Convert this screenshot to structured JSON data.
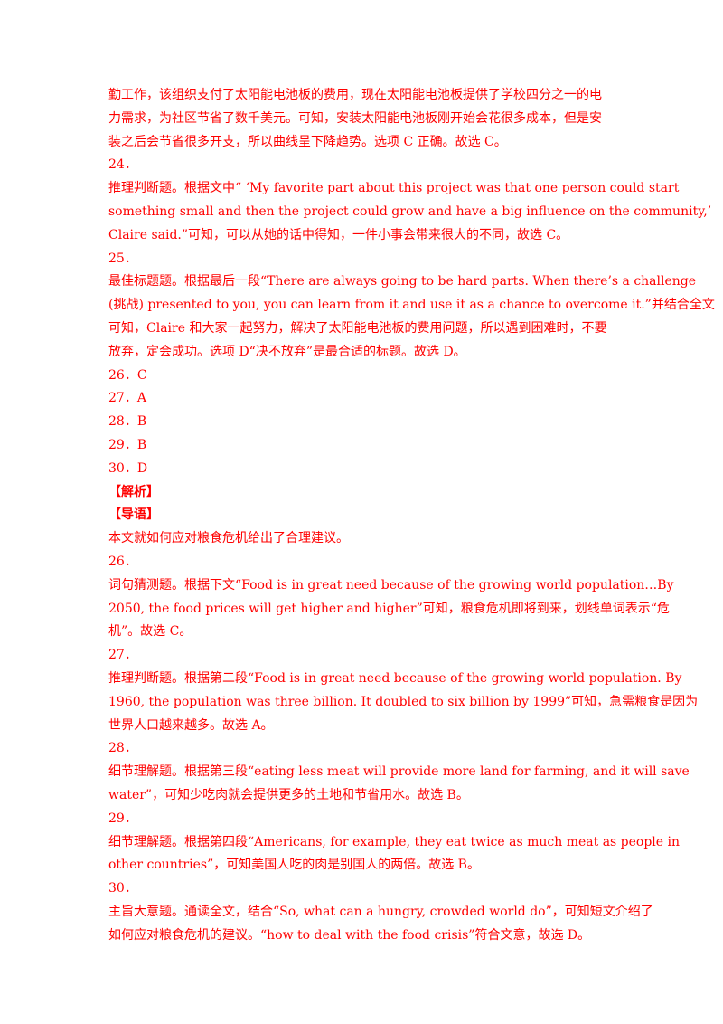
{
  "lines": [
    {
      "text": "勤工作，该组织支付了太阳能电池板的费用，现在太阳能电池板提供了学校四分之一的电",
      "color": "red"
    },
    {
      "text": "力需求，为社区节省了数千美元。可知，安装太阳能电池板刚开始会花很多成本，但是安",
      "color": "red"
    },
    {
      "text": "装之后会节省很多开支，所以曲线呈下降趋势。选项 C 正确。故选 C。",
      "color": "red"
    },
    {
      "text": "24．",
      "color": "red"
    },
    {
      "text": "推理判断题。根据文中“ ‘My favorite part about this project was that one person could start",
      "color": "red"
    },
    {
      "text": "something small and then the project could grow and have a big influence on the community,’",
      "color": "red"
    },
    {
      "text": "Claire said.”可知，可以从她的话中得知，一件小事会带来很大的不同，故选 C。",
      "color": "red"
    },
    {
      "text": "25．",
      "color": "red"
    },
    {
      "text": "最佳标题题。根据最后一段“There are always going to be hard parts. When there’s a challenge",
      "color": "red"
    },
    {
      "text": "(挑战) presented to you, you can learn from it and use it as a chance to overcome it.”并结合全文",
      "color": "red"
    },
    {
      "text": "可知，Claire 和大家一起努力，解决了太阳能电池板的费用问题，所以遇到困难时，不要",
      "color": "red"
    },
    {
      "text": "放弃，定会成功。选项 D“决不放弃”是最合适的标题。故选 D。",
      "color": "red"
    },
    {
      "text": "26．C",
      "color": "red"
    },
    {
      "text": "27．A",
      "color": "red"
    },
    {
      "text": "28．B",
      "color": "red"
    },
    {
      "text": "29．B",
      "color": "red"
    },
    {
      "text": "30．D",
      "color": "red"
    },
    {
      "text": "【解析】",
      "color": "red",
      "bold": true
    },
    {
      "text": "【导语】",
      "color": "red",
      "bold": true
    },
    {
      "text": "本文就如何应对粮食危机给出了合理建议。",
      "color": "red"
    },
    {
      "text": "26．",
      "color": "red"
    },
    {
      "text": "词句猜测题。根据下文“Food is in great need because of the growing world population…By",
      "color": "red"
    },
    {
      "text": "2050, the food prices will get higher and higher”可知，粮食危机即将到来，划线单词表示“危",
      "color": "red"
    },
    {
      "text": "机”。故选 C。",
      "color": "red"
    },
    {
      "text": "27．",
      "color": "red"
    },
    {
      "text": "推理判断题。根据第二段“Food is in great need because of the growing world population. By",
      "color": "red"
    },
    {
      "text": "1960, the population was three billion. It doubled to six billion by 1999”可知，急需粮食是因为",
      "color": "red"
    },
    {
      "text": "世界人口越来越多。故选 A。",
      "color": "red"
    },
    {
      "text": "28．",
      "color": "red"
    },
    {
      "text": "细节理解题。根据第三段“eating less meat will provide more land for farming, and it will save",
      "color": "red"
    },
    {
      "text": "water”，可知少吃肉就会提供更多的土地和节省用水。故选 B。",
      "color": "red"
    },
    {
      "text": "29．",
      "color": "red"
    },
    {
      "text": "细节理解题。根据第四段“Americans, for example, they eat twice as much meat as people in",
      "color": "red"
    },
    {
      "text": "other countries”，可知美国人吃的肉是别国人的两倍。故选 B。",
      "color": "red"
    },
    {
      "text": "30．",
      "color": "red"
    },
    {
      "text": "主旨大意题。通读全文，结合“So, what can a hungry, crowded world do”，可知短文介绍了",
      "color": "red"
    },
    {
      "text": "如何应对粮食危机的建议。“how to deal with the food crisis”符合文意，故选 D。",
      "color": "red"
    }
  ]
}
